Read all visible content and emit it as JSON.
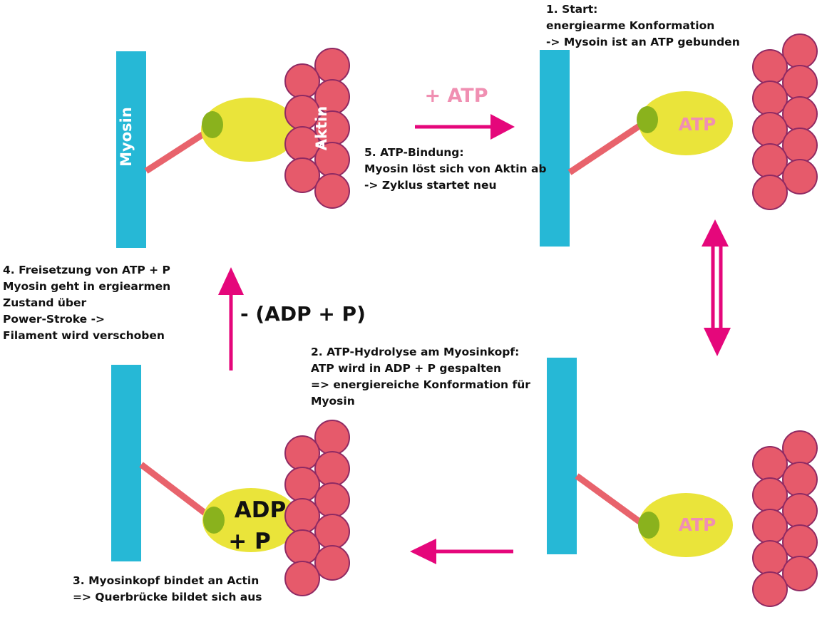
{
  "colors": {
    "myosin_filament": "#26b8d6",
    "myosin_neck": "#e8636c",
    "myosin_head": "#eae43a",
    "binding_site": "#8ab21d",
    "actin_fill": "#e65a6b",
    "actin_stroke": "#8f2a63",
    "arrow": "#e5077b",
    "atp_text": "#f08fb2"
  },
  "panels": {
    "top_left": {
      "myosin_label": "Myosin",
      "actin_label": "Aktin"
    },
    "top_right": {
      "head_label": "ATP"
    },
    "bottom_right": {
      "head_label": "ATP"
    },
    "bottom_left": {
      "head_line1": "ADP",
      "head_line2": "+ P"
    }
  },
  "arrows": {
    "top": {
      "label": "+ ATP"
    },
    "left": {
      "label": "- (ADP + P)"
    },
    "bottom": {
      "label": ""
    },
    "right": {
      "label": ""
    }
  },
  "steps": {
    "step1": {
      "lines": [
        "1. Start:",
        "energiearme Konformation",
        "-> Mysoin ist an ATP gebunden"
      ]
    },
    "step2": {
      "lines": [
        "2. ATP-Hydrolyse am Myosinkopf:",
        "ATP wird in ADP + P gespalten",
        "=> energiereiche Konformation für",
        "Myosin"
      ]
    },
    "step3": {
      "lines": [
        "3. Myosinkopf bindet an Actin",
        "=> Querbrücke bildet sich aus"
      ]
    },
    "step4": {
      "lines": [
        "4. Freisetzung von ATP + P",
        "Myosin geht in ergiearmen",
        "Zustand über",
        "Power-Stroke ->",
        "Filament wird verschoben"
      ]
    },
    "step5": {
      "lines": [
        "5. ATP-Bindung:",
        "Myosin löst sich von Aktin ab",
        "-> Zyklus startet neu"
      ]
    }
  }
}
